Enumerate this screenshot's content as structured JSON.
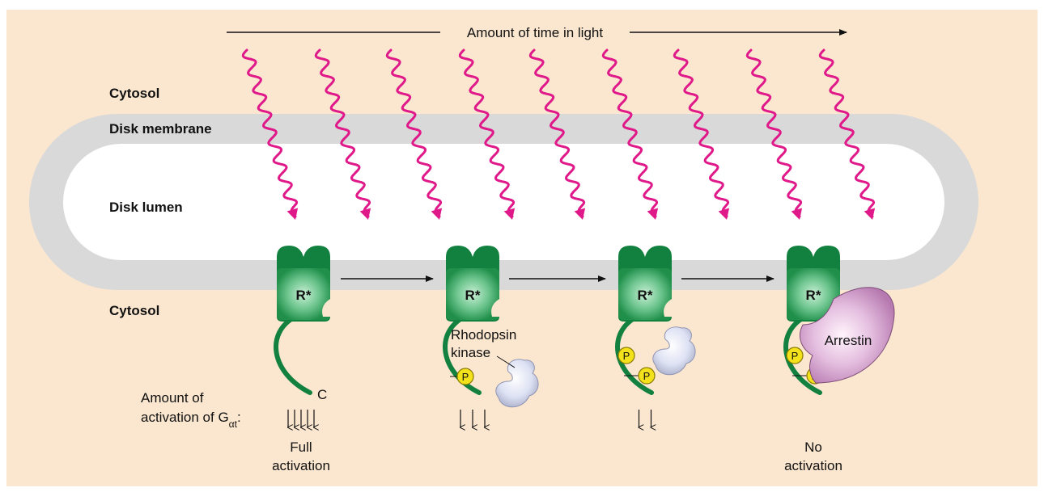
{
  "header": {
    "timeline_label": "Amount of time in light"
  },
  "regions": {
    "cytosol_top": "Cytosol",
    "disk_membrane": "Disk membrane",
    "disk_lumen": "Disk lumen",
    "cytosol_bottom": "Cytosol"
  },
  "receptor_label": "R*",
  "c_terminus_label": "C",
  "phosphate_label": "P",
  "kinase_label_line1": "Rhodopsin",
  "kinase_label_line2": "kinase",
  "arrestin_label": "Arrestin",
  "activation_label_line1": "Amount of",
  "activation_label_line2": "activation of G",
  "activation_label_subscript": "αt",
  "activation_label_colon": ":",
  "stages": [
    {
      "phosphates": 0,
      "activation_arrows": 5,
      "caption_line1": "Full",
      "caption_line2": "activation"
    },
    {
      "phosphates": 1,
      "activation_arrows": 3,
      "caption_line1": "",
      "caption_line2": ""
    },
    {
      "phosphates": 2,
      "activation_arrows": 2,
      "caption_line1": "",
      "caption_line2": ""
    },
    {
      "phosphates": 2,
      "activation_arrows": 0,
      "caption_line1": "No",
      "caption_line2": "activation"
    }
  ],
  "colors": {
    "background": "#fbe7cf",
    "membrane": "#d9d9d9",
    "lumen": "#ffffff",
    "light_wave": "#e0198a",
    "receptor_dark": "#12813f",
    "receptor_light": "#a8e2bd",
    "phosphate": "#f3e21b",
    "kinase": "#d6daf0",
    "arrestin": "#e0b3d8"
  }
}
